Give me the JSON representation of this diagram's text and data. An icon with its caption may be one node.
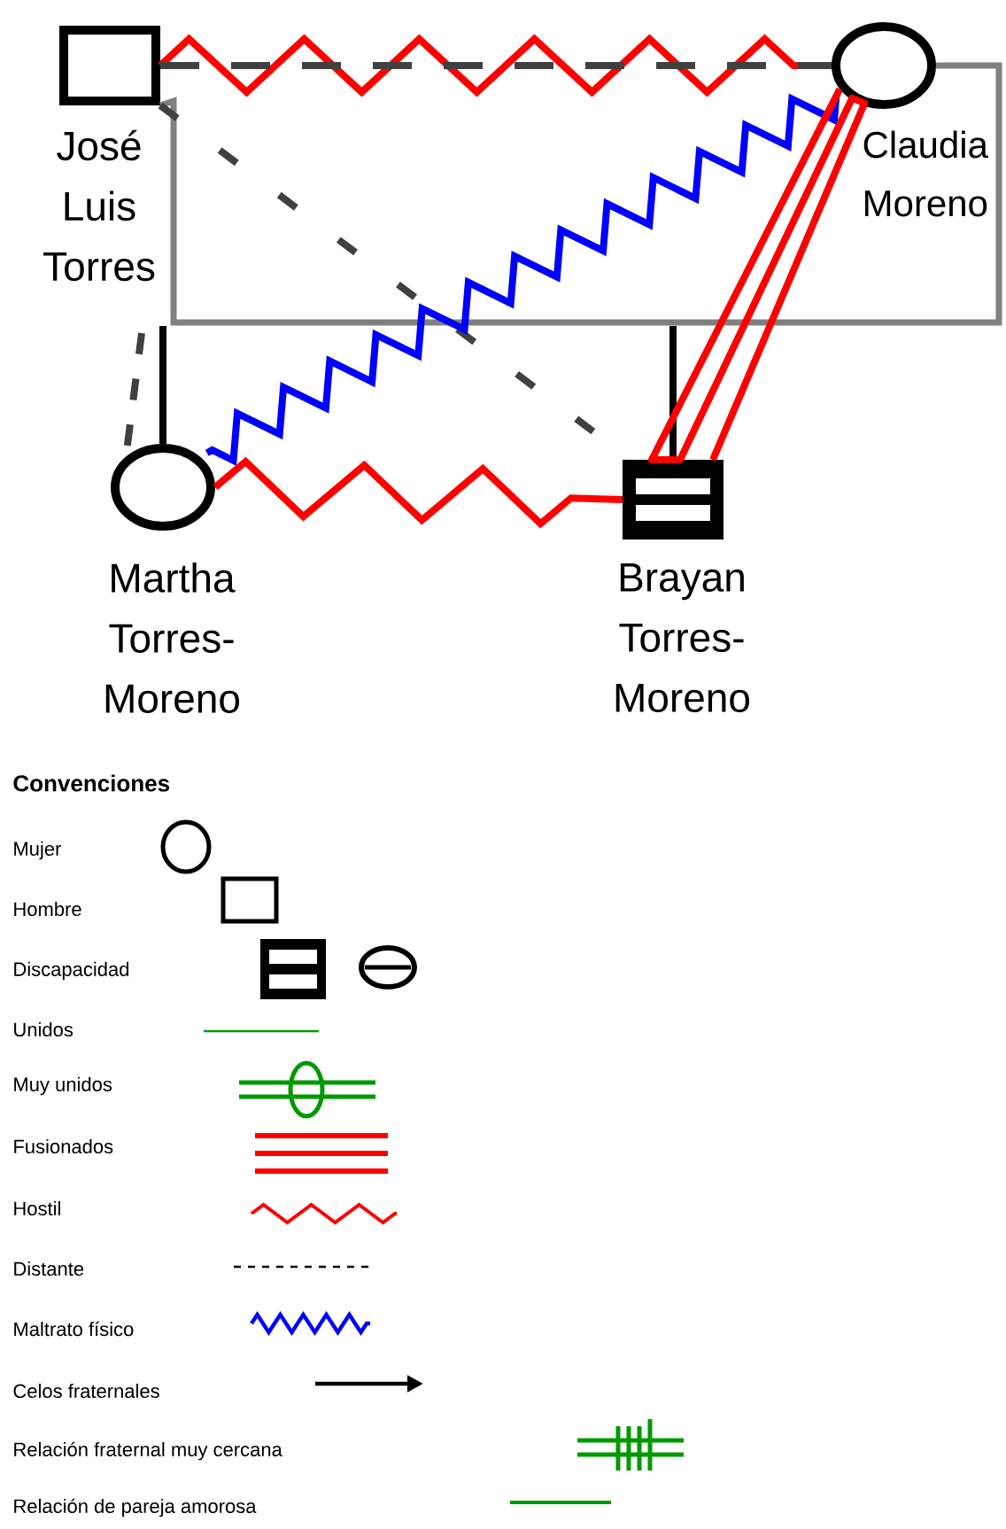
{
  "diagram": {
    "nodes": [
      {
        "text": [
          "José Luis Torres"
        ]
      },
      {
        "text": [
          "Claudia Moreno"
        ]
      },
      {
        "text": [
          "Martha Torres-Moreno"
        ]
      },
      {
        "text": [
          "Brayan Torres-Moreno"
        ]
      }
    ],
    "edges": [
      {
        "from": 0,
        "to": 1,
        "arrow": "none",
        "color": "#ff0000"
      },
      {
        "from": 0,
        "to": 1,
        "arrow": "none",
        "style": "dashed",
        "color": "#404040"
      },
      {
        "from": 0,
        "to": 1,
        "arrow": "none",
        "color": "#808080"
      },
      {
        "from": null,
        "to": 2,
        "arrow": "none",
        "color": "#000000"
      },
      {
        "from": null,
        "to": 3,
        "arrow": "none",
        "color": "#000000"
      },
      {
        "from": null,
        "to": 2,
        "arrow": "none",
        "style": "dashed",
        "color": "#404040"
      },
      {
        "from": 0,
        "to": 3,
        "arrow": "none",
        "style": "dashed",
        "color": "#404040"
      },
      {
        "from": 1,
        "to": 2,
        "arrow": "none",
        "color": "#0000ff"
      },
      {
        "from": 1,
        "to": 3,
        "arrow": "none",
        "color": "#ff0000"
      },
      {
        "from": 2,
        "to": 3,
        "arrow": "none",
        "color": "#ff0000"
      }
    ],
    "labels": [
      "Convenciones"
    ],
    "legend": [
      {
        "text": "Mujer"
      },
      {
        "text": "Hombre"
      },
      {
        "text": "Discapacidad"
      },
      {
        "text": "Unidos"
      },
      {
        "text": "Muy unidos"
      },
      {
        "text": "Fusionados"
      },
      {
        "text": "Hostil"
      },
      {
        "text": "Distante"
      },
      {
        "text": "Maltrato físico"
      },
      {
        "text": "Celos fraternales"
      },
      {
        "text": "Relación fraternal muy cercana"
      },
      {
        "text": "Relación de pareja amorosa"
      }
    ]
  }
}
